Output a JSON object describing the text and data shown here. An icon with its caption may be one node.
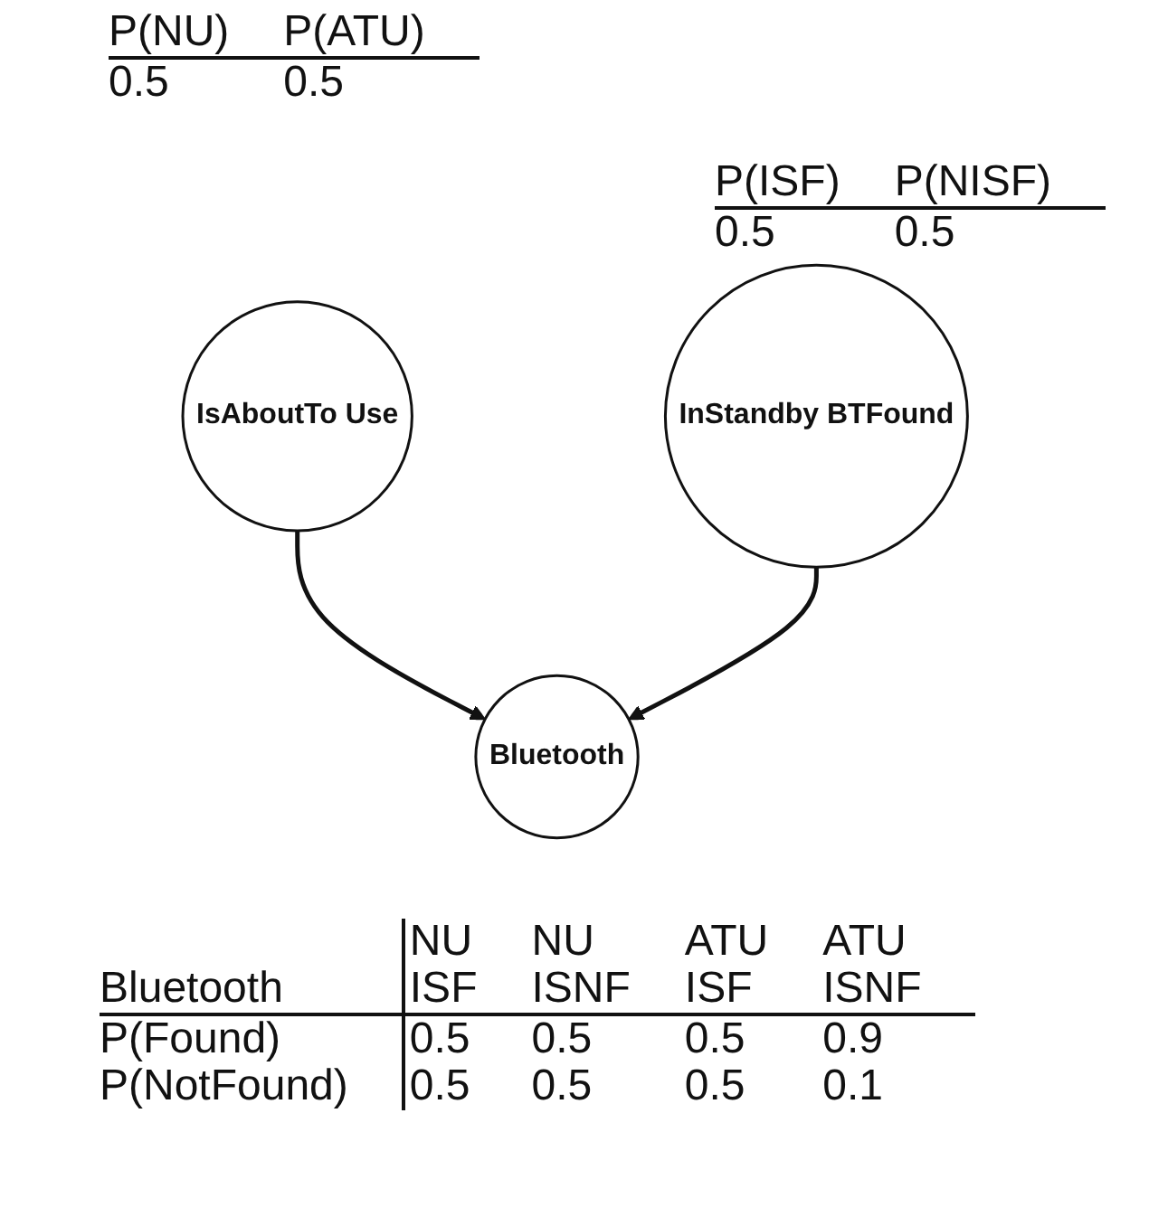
{
  "diagram": {
    "nodes": [
      {
        "text": [
          "IsAboutTo Use"
        ]
      },
      {
        "text": [
          "InStandby BTFound"
        ]
      },
      {
        "text": [
          "Bluetooth"
        ]
      }
    ],
    "edges": [
      {
        "from": 0,
        "to": 2,
        "arrow": "to"
      },
      {
        "from": 1,
        "to": 2,
        "arrow": "to"
      }
    ],
    "labels": [
      "P(NU)",
      "P(ATU)",
      "0.5",
      "0.5",
      "P(ISF)",
      "P(NISF)",
      "0.5",
      "0.5",
      "NU",
      "NU",
      "ATU",
      "ATU",
      "Bluetooth",
      "ISF",
      "ISNF",
      "ISF",
      "ISNF",
      "P(Found)",
      "0.5",
      "0.5",
      "0.5",
      "0.9",
      "P(NotFound)",
      "0.5",
      "0.5",
      "0.5",
      "0.1"
    ]
  }
}
